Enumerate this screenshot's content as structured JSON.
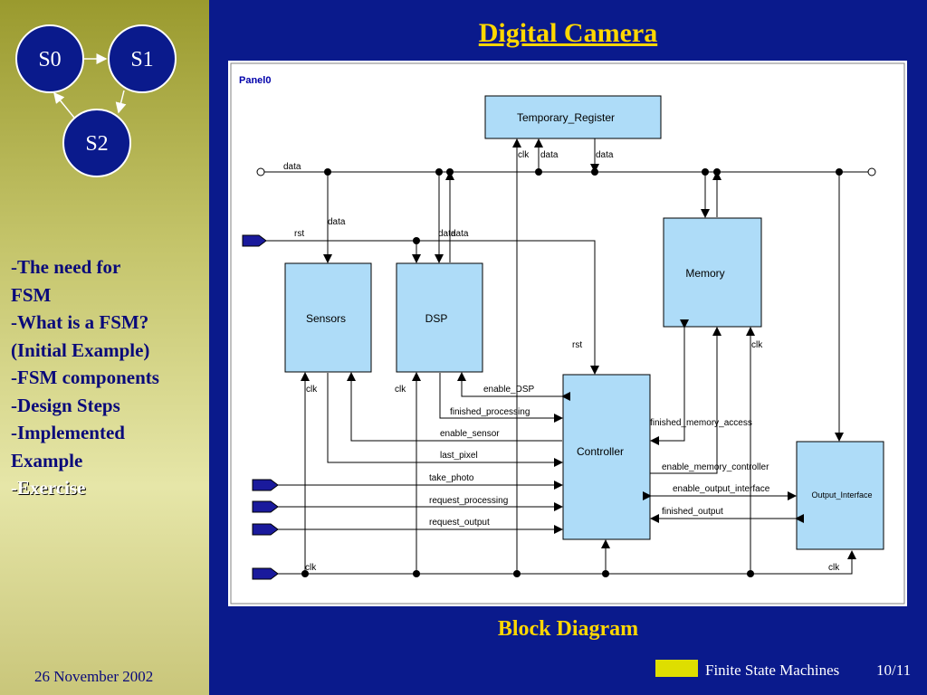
{
  "sidebar": {
    "fsm_states": [
      "S0",
      "S1",
      "S2"
    ],
    "outline": [
      {
        "text": "-The need for",
        "active": false
      },
      {
        "text": "FSM",
        "active": false
      },
      {
        "text": "-What is a FSM?",
        "active": false
      },
      {
        "text": "(Initial Example)",
        "active": false
      },
      {
        "text": "-FSM components",
        "active": false
      },
      {
        "text": "-Design Steps",
        "active": false
      },
      {
        "text": "-Implemented",
        "active": false
      },
      {
        "text": "Example",
        "active": false
      },
      {
        "text": "-Exercise",
        "active": true
      }
    ],
    "date": "26 November 2002"
  },
  "slide": {
    "title": "Digital Camera",
    "caption": "Block Diagram",
    "footer_title": "Finite State Machines",
    "page": "10/11"
  },
  "diagram": {
    "panel_label": "Panel0",
    "blocks": {
      "temporary_register": "Temporary_Register",
      "memory": "Memory",
      "sensors": "Sensors",
      "dsp": "DSP",
      "controller": "Controller",
      "output_interface": "Output_Interface"
    },
    "signals": {
      "data": "data",
      "clk": "clk",
      "rst": "rst",
      "enable_dsp": "enable_DSP",
      "finished_processing": "finished_processing",
      "enable_sensor": "enable_sensor",
      "last_pixel": "last_pixel",
      "take_photo": "take_photo",
      "request_processing": "request_processing",
      "request_output": "request_output",
      "finished_memory_access": "finished_memory_access",
      "enable_memory_controller": "enable_memory_controller",
      "enable_output_interface": "enable_output_interface",
      "finished_output": "finished_output"
    },
    "colors": {
      "block_fill": "#aedcf8",
      "wire": "#000000",
      "port": "#1a1a9c"
    }
  }
}
